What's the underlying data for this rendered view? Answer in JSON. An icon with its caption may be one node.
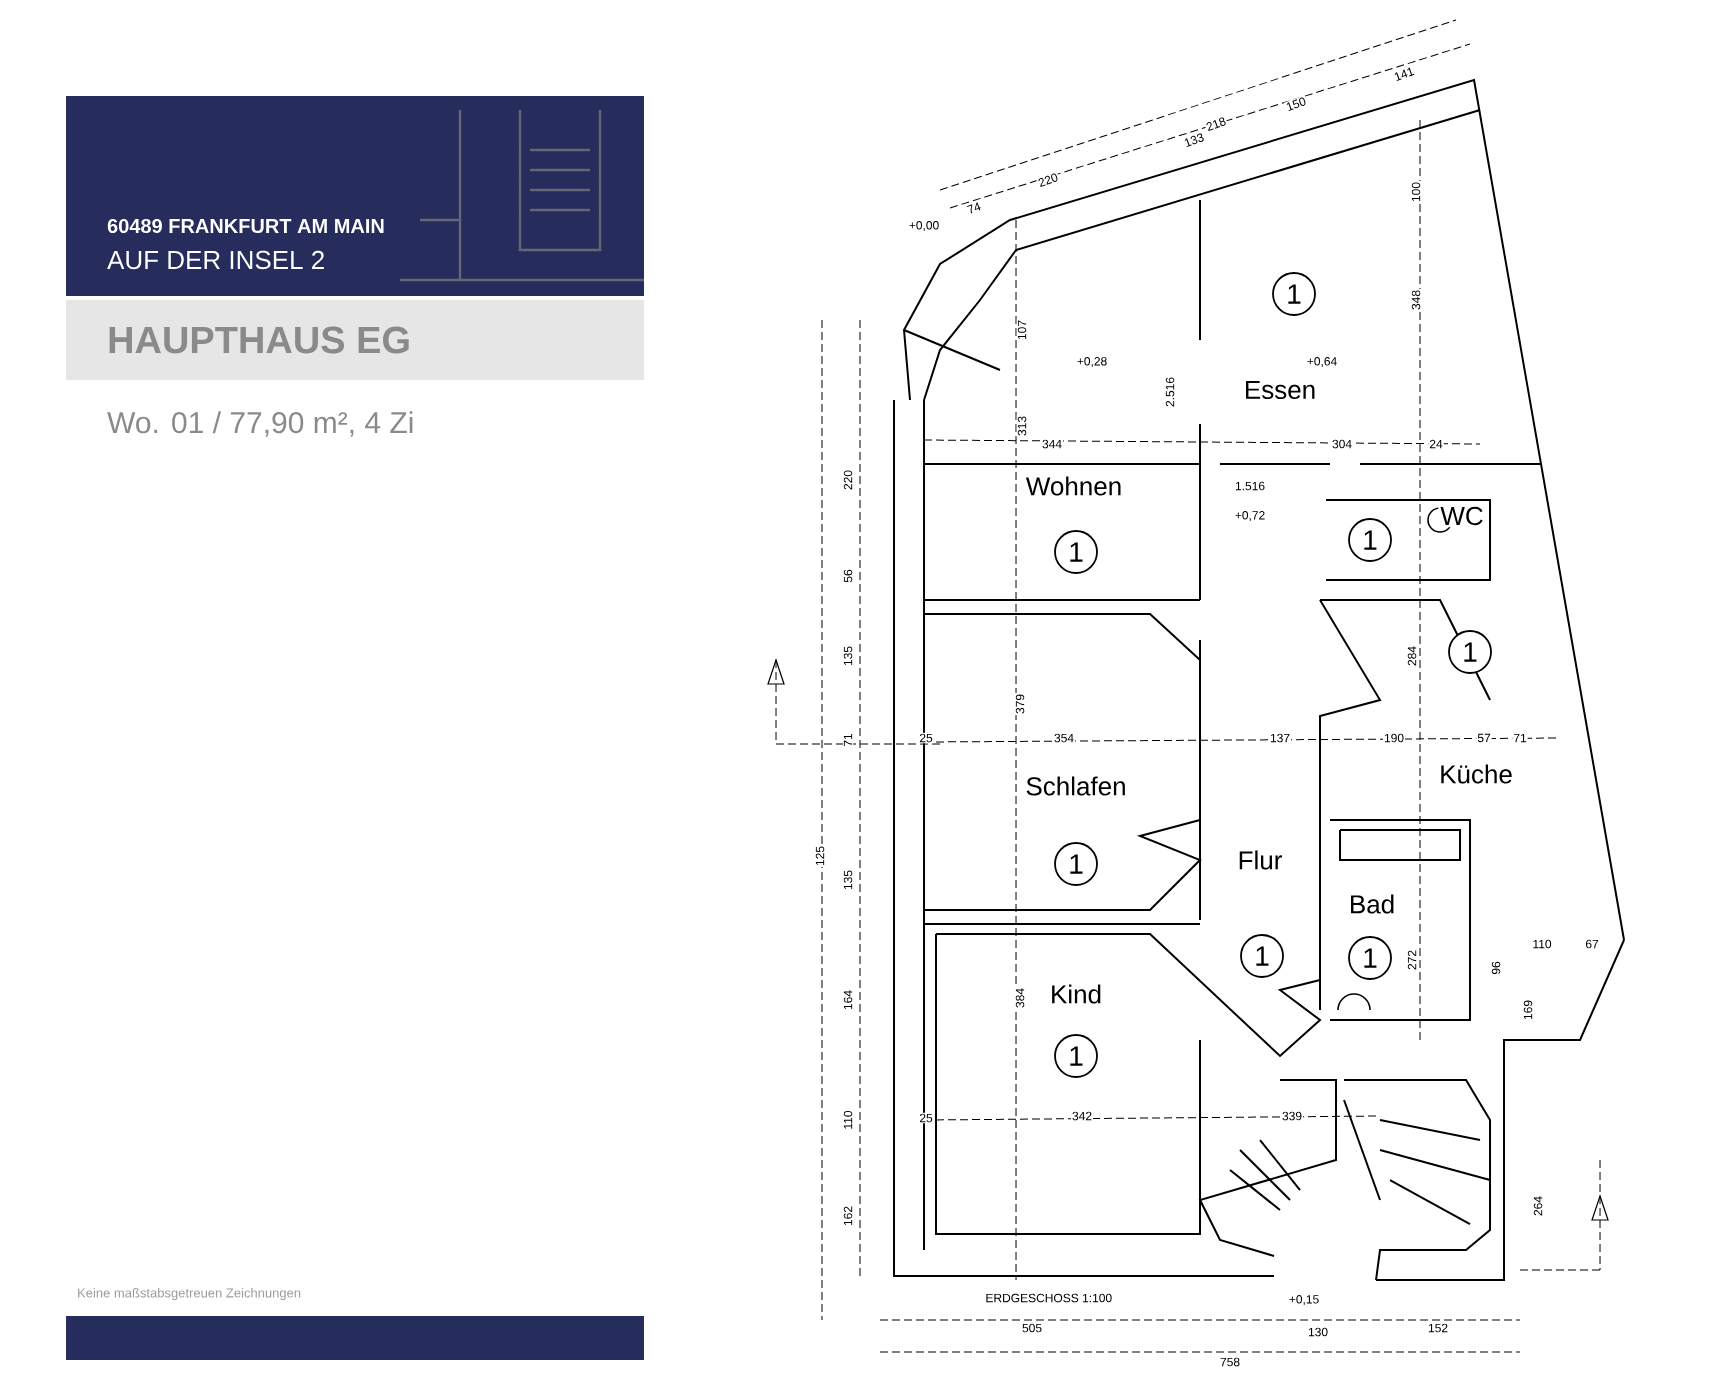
{
  "diagram": {
    "nodes": [
      {
        "text": [
          "1"
        ]
      },
      {
        "text": [
          "1"
        ]
      },
      {
        "text": [
          "1"
        ]
      },
      {
        "text": [
          "1"
        ]
      },
      {
        "text": [
          "1"
        ]
      },
      {
        "text": [
          "1"
        ]
      },
      {
        "text": [
          "1"
        ]
      },
      {
        "text": [
          "1"
        ]
      }
    ],
    "labels": [
      "60489 FRANKFURT AM MAIN",
      "AUF DER INSEL 2",
      "HAUPTHAUS EG",
      "Wo. 01 / 77,90 m², 4 Zi",
      "218",
      "141",
      "150",
      "133",
      "220",
      "74",
      "+0,00",
      "100",
      "Essen",
      "+0,28",
      "+0,64",
      "107",
      "2.516",
      "348",
      "313",
      "344",
      "304",
      "24",
      "220",
      "Wohnen",
      "WC",
      "1.516",
      "+0,72",
      "56",
      "135",
      "284",
      "379",
      "25",
      "354",
      "137",
      "190",
      "57",
      "71",
      "71",
      "Schlafen",
      "Küche",
      "125",
      "Flur",
      "135",
      "Bad",
      "110",
      "67",
      "272",
      "96",
      "164",
      "384",
      "Kind",
      "169",
      "25",
      "342",
      "339",
      "110",
      "264",
      "162",
      "ERDGESCHOSS 1:100",
      "+0,15",
      "505",
      "130",
      "152",
      "758",
      "Keine maßstabsgetreuen Zeichnungen"
    ]
  }
}
